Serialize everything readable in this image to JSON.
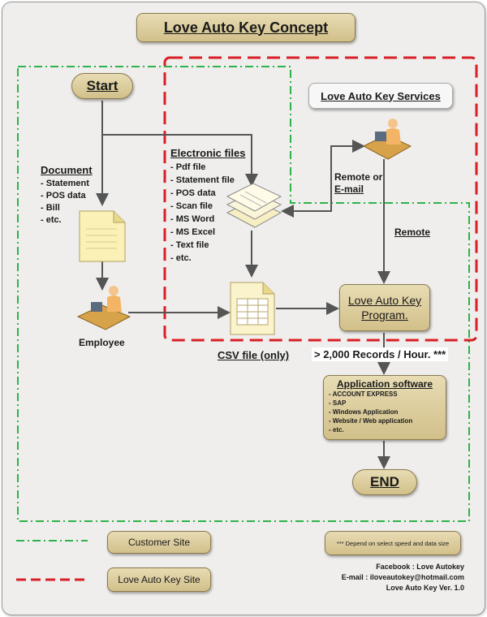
{
  "title": "Love Auto Key Concept",
  "start": "Start",
  "end": "END",
  "services_label": "Love Auto Key Services",
  "document": {
    "heading": "Document",
    "items": [
      "Statement",
      "POS data",
      "Bill",
      "etc."
    ]
  },
  "electronic_files": {
    "heading": "Electronic files",
    "items": [
      "Pdf file",
      "Statement file",
      "POS data",
      "Scan file",
      "MS Word",
      "MS Excel",
      "Text file",
      "etc."
    ]
  },
  "employee_label": "Employee",
  "remote_or_email": [
    "Remote or",
    "E-mail"
  ],
  "remote_label": "Remote",
  "program_label": [
    "Love Auto Key",
    "Program."
  ],
  "csv_label": "CSV file (only)",
  "records_label": "> 2,000 Records / Hour. ***",
  "application": {
    "heading": "Application software",
    "items": [
      "ACCOUNT EXPRESS",
      "SAP",
      "Windows Application",
      "Website / Web application",
      "etc."
    ]
  },
  "legend": {
    "customer_site": "Customer Site",
    "love_site": "Love Auto Key Site"
  },
  "footnote": "*** Depend on select speed and data size",
  "contact": [
    "Facebook : Love Autokey",
    "E-mail : iloveautokey@hotmail.com",
    "Love Auto Key Ver. 1.0"
  ],
  "colors": {
    "customer_border": "#2db34a",
    "love_border": "#d91f26",
    "box_fill": "#dccb98",
    "arrow": "#555555"
  },
  "icons": [
    "document-icon",
    "files-stack-icon",
    "csv-spreadsheet-icon",
    "employee-icon",
    "operator-icon"
  ]
}
